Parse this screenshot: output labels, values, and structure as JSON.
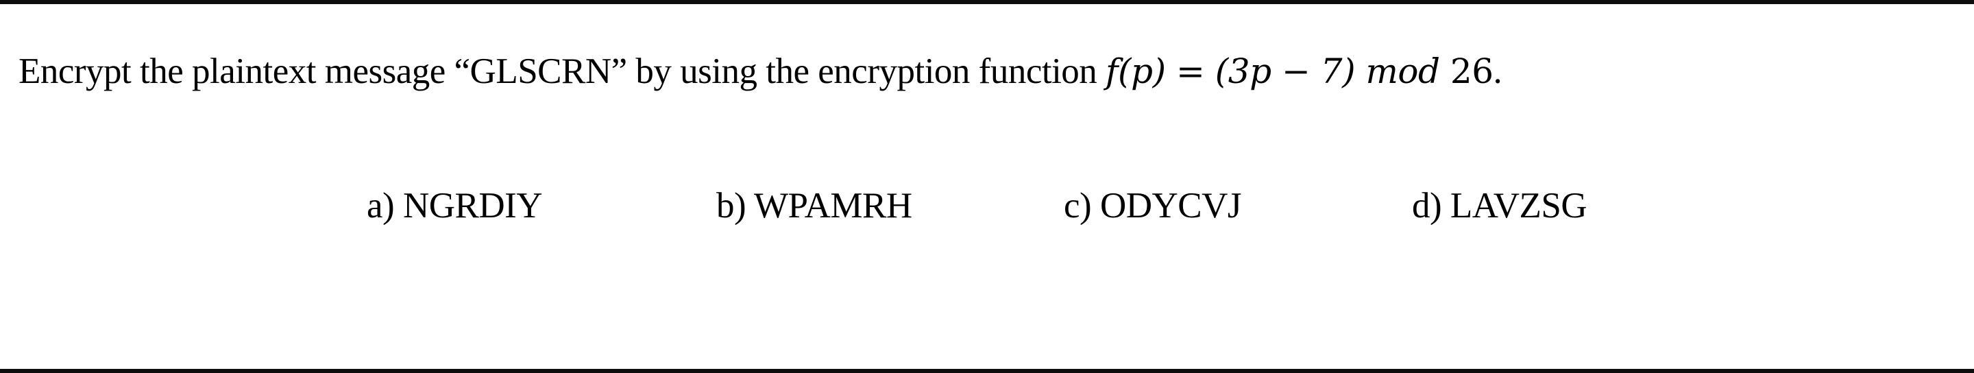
{
  "question": {
    "prefix": "Encrypt the plaintext message “GLSCRN” by using the encryption function ",
    "formula": {
      "lhs": "f(p)",
      "eq": " = ",
      "rhs_open": "(3p − 7) ",
      "mod": "mod",
      "modulus": " 26"
    },
    "suffix": "."
  },
  "options": [
    {
      "label": "a)",
      "value": "NGRDIY"
    },
    {
      "label": "b)",
      "value": "WPAMRH"
    },
    {
      "label": "c)",
      "value": "ODYCVJ"
    },
    {
      "label": "d)",
      "value": "LAVZSG"
    }
  ],
  "colors": {
    "text": "#000000",
    "rule": "#0d0d0d",
    "background": "#ffffff"
  }
}
